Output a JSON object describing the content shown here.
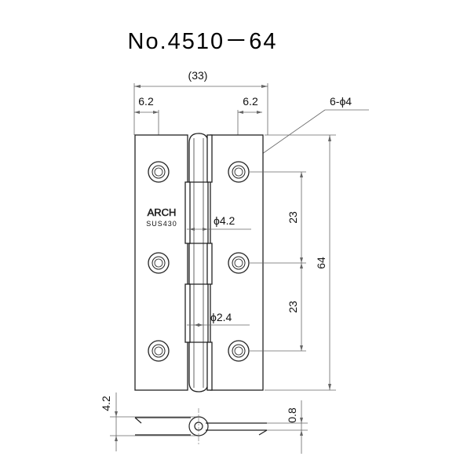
{
  "title": "No.4510－64",
  "overall_width": "(33)",
  "left_offset": "6.2",
  "right_offset": "6.2",
  "hole_callout": "6-ϕ4",
  "hole_spacing_upper": "23",
  "hole_spacing_lower": "23",
  "overall_height": "64",
  "pin_diameter": "ϕ4.2",
  "inner_pin_diameter": "ϕ2.4",
  "knuckle_thickness": "4.2",
  "leaf_thickness": "0.8",
  "brand": "ARCH",
  "material": "SUS430",
  "colors": {
    "line": "#222222",
    "dim_line": "#666666",
    "background": "#ffffff"
  }
}
